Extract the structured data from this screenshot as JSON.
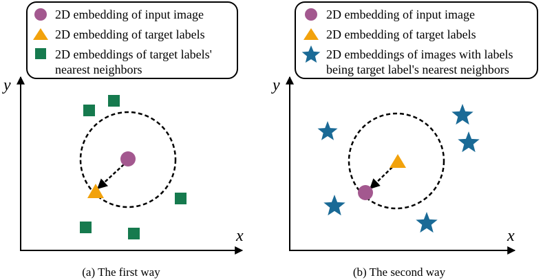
{
  "colors": {
    "input": "#a3588f",
    "target": "#f2a20c",
    "neighbor_square": "#167a4e",
    "neighbor_star": "#1a6a96",
    "line": "#000000"
  },
  "panels": [
    {
      "caption": "(a) The first way",
      "axis_x": "x",
      "axis_y": "y",
      "legend": [
        {
          "marker": "circle",
          "lines": [
            "2D embedding of input image"
          ]
        },
        {
          "marker": "triangle",
          "lines": [
            "2D embedding of target labels"
          ]
        },
        {
          "marker": "square",
          "lines": [
            "2D embeddings of target labels'",
            "nearest neighbors"
          ]
        }
      ]
    },
    {
      "caption": "(b) The second way",
      "axis_x": "x",
      "axis_y": "y",
      "legend": [
        {
          "marker": "circle",
          "lines": [
            "2D embedding of input image"
          ]
        },
        {
          "marker": "triangle",
          "lines": [
            "2D embedding of target labels"
          ]
        },
        {
          "marker": "star",
          "lines": [
            "2D embeddings of images with labels",
            "being target label's nearest neighbors"
          ]
        }
      ]
    }
  ]
}
